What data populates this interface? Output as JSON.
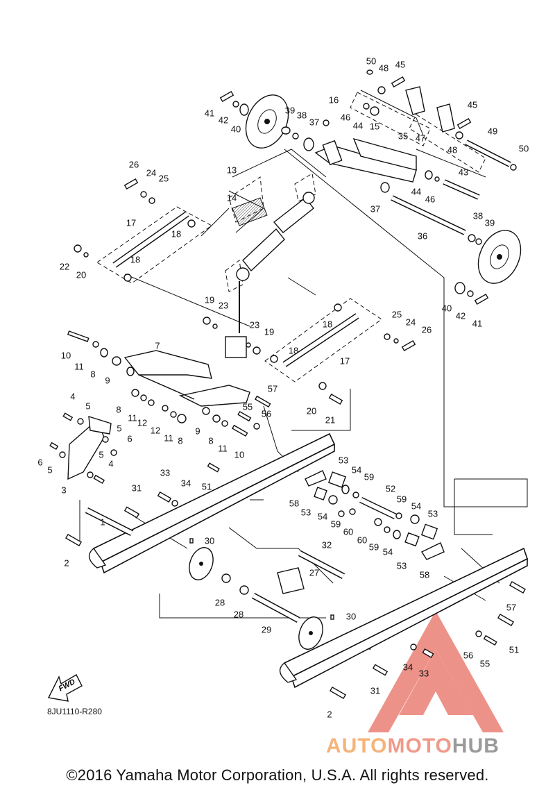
{
  "diagram": {
    "drawing_code": "8JU1110-R280",
    "fwd_label": "FWD",
    "copyright": "©2016 Yamaha Motor Corporation, U.S.A. All rights reserved.",
    "watermark": {
      "part1": "AUTO",
      "part2": "MOTO",
      "part3": "HUB"
    },
    "colors": {
      "line": "#111111",
      "background": "#ffffff",
      "watermark_red": "#e03a2a",
      "watermark_orange": "#f5a55a",
      "watermark_gray": "#9a9a9a"
    },
    "callouts": [
      "1",
      "2",
      "3",
      "4",
      "5",
      "6",
      "7",
      "8",
      "9",
      "10",
      "11",
      "12",
      "13",
      "14",
      "15",
      "16",
      "17",
      "18",
      "19",
      "20",
      "21",
      "22",
      "23",
      "24",
      "25",
      "26",
      "27",
      "28",
      "29",
      "30",
      "31",
      "32",
      "33",
      "34",
      "35",
      "36",
      "37",
      "38",
      "39",
      "40",
      "41",
      "42",
      "43",
      "44",
      "45",
      "46",
      "47",
      "48",
      "49",
      "50",
      "51",
      "52",
      "53",
      "54",
      "55",
      "56",
      "57",
      "58",
      "59",
      "60"
    ]
  }
}
